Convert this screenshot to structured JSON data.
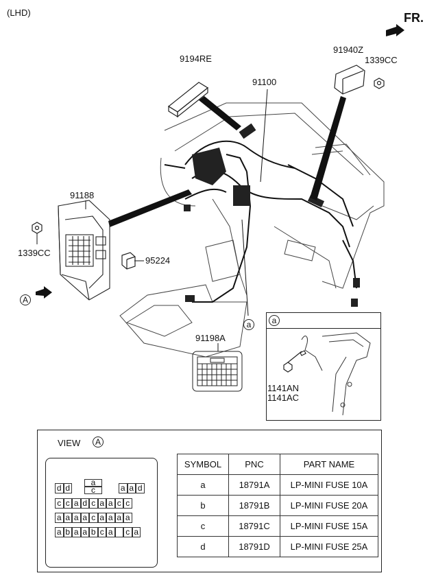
{
  "header": {
    "drive_side": "(LHD)",
    "front_label": "FR."
  },
  "parts": {
    "p1": "9194RE",
    "p2": "91940Z",
    "p3": "1339CC",
    "p4": "91100",
    "p5": "91188",
    "p6": "1339CC",
    "p7": "95224",
    "p8": "91198A",
    "p9": "1141AN",
    "p10": "1141AC"
  },
  "markers": {
    "view_a": "A",
    "callout_a": "a",
    "detail_a": "a"
  },
  "view": {
    "title": "VIEW",
    "circle": "A",
    "fuse_top_left": [
      "d",
      "d"
    ],
    "fuse_center": [
      "a",
      "c"
    ],
    "fuse_top_right": [
      "a",
      "a",
      "d"
    ],
    "fuse_rows": [
      [
        "c",
        "c",
        "a",
        "d",
        "c",
        "a",
        "a",
        "c",
        "c"
      ],
      [
        "a",
        "a",
        "a",
        "a",
        "c",
        "a",
        "a",
        "a",
        "a"
      ],
      [
        "a",
        "b",
        "a",
        "a",
        "b",
        "c",
        "a",
        "",
        "c",
        "a"
      ]
    ]
  },
  "table": {
    "headers": [
      "SYMBOL",
      "PNC",
      "PART NAME"
    ],
    "rows": [
      [
        "a",
        "18791A",
        "LP-MINI FUSE 10A"
      ],
      [
        "b",
        "18791B",
        "LP-MINI FUSE 20A"
      ],
      [
        "c",
        "18791C",
        "LP-MINI FUSE 15A"
      ],
      [
        "d",
        "18791D",
        "LP-MINI FUSE 25A"
      ]
    ]
  }
}
